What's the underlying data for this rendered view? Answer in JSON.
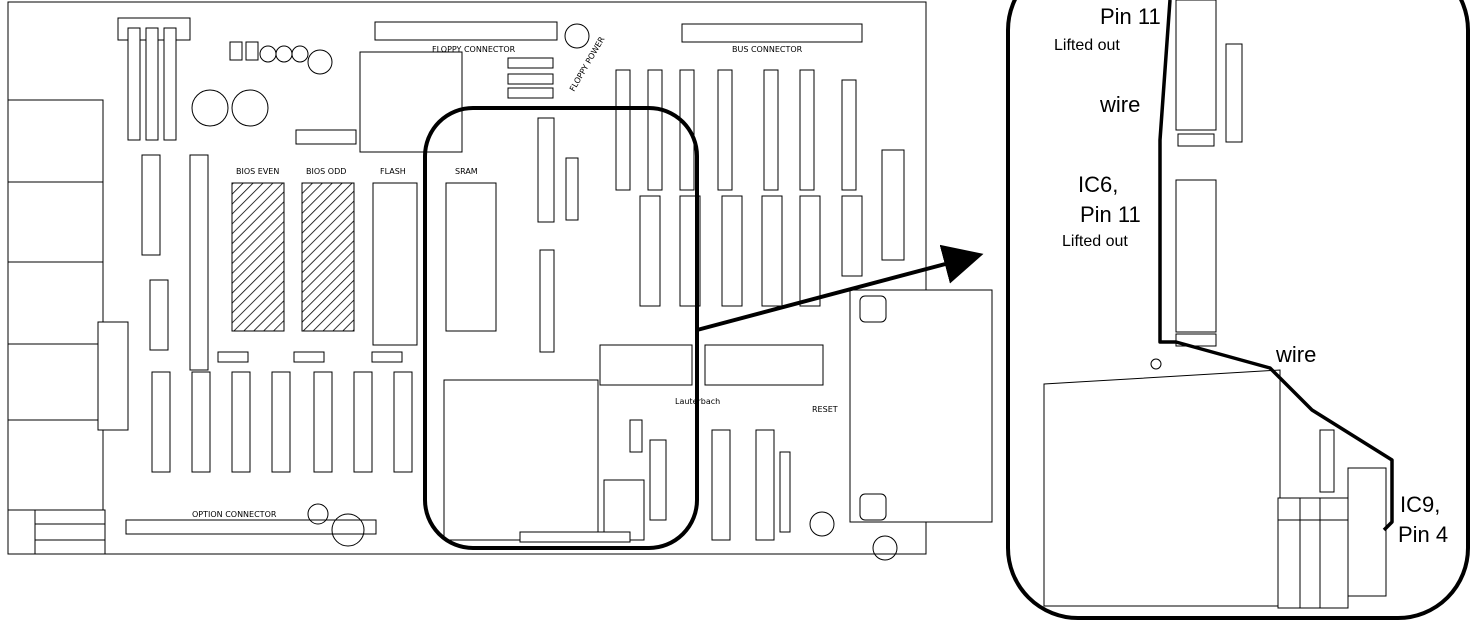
{
  "board": {
    "chip_labels": {
      "bios_even": "BIOS EVEN",
      "bios_odd": "BIOS ODD",
      "flash": "FLASH",
      "sram": "SRAM"
    },
    "connector_labels": {
      "floppy_connector": "FLOPPY CONNECTOR",
      "bus_connector": "BUS CONNECTOR",
      "option_connector": "OPTION CONNECTOR",
      "floppy_power": "FLOPPY POWER"
    },
    "part_labels": {
      "reset": "RESET",
      "logo": "Lauterbach"
    }
  },
  "detail": {
    "annotations": {
      "top_pin": "Pin 11",
      "top_lifted": "Lifted out",
      "wire_top": "wire",
      "ic6_name": "IC6,",
      "ic6_pin": "Pin 11",
      "ic6_lifted": "Lifted out",
      "wire_mid": "wire",
      "ic9_name": "IC9,",
      "ic9_pin": "Pin 4"
    }
  },
  "colors": {
    "line": "#000000",
    "background": "#ffffff",
    "hatch": "#000000"
  }
}
